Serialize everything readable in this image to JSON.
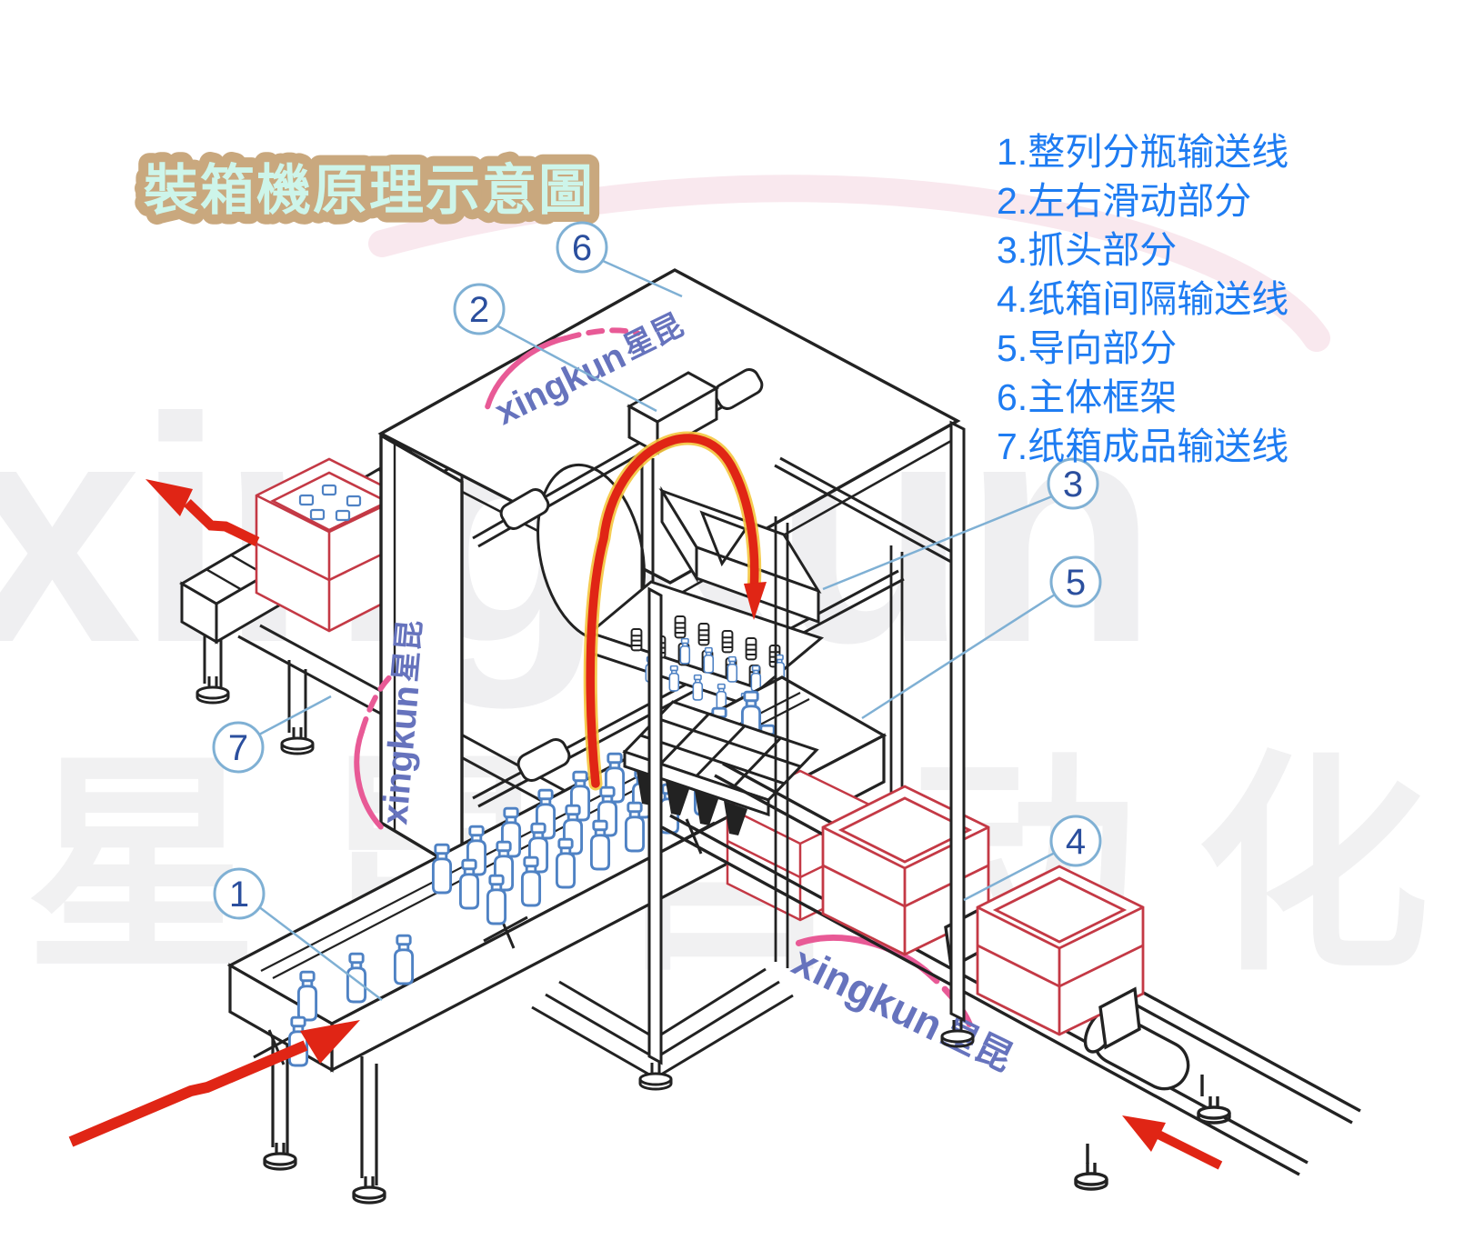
{
  "title": "裝箱機原理示意圖",
  "legend": {
    "items": [
      "1.整列分瓶输送线",
      "2.左右滑动部分",
      "3.抓头部分",
      "4.纸箱间隔输送线",
      "5.导向部分",
      "6.主体框架",
      "7.纸箱成品输送线"
    ]
  },
  "callouts": {
    "numbers": [
      "1",
      "2",
      "3",
      "4",
      "5",
      "6",
      "7"
    ]
  },
  "watermark": {
    "latin": "xingkun",
    "cjk": "星昆",
    "background_cjk": "星昆自动化"
  },
  "colors": {
    "legend_text": "#1e7cf2",
    "title_fill": "#cdf5ea",
    "title_outline": "#c9a87e",
    "diagram_line": "#222222",
    "bottle_outline": "#4f82c4",
    "carton_outline": "#c43945",
    "flow_arrow": "#e02515",
    "arrow_fringe": "#f4c53d",
    "callout_ring": "#7fb0d4",
    "callout_number": "#2b4f9e",
    "logo_blue": "#6673bd",
    "logo_arc_pink": "#e85a96",
    "background_watermark_gray": "#efeff1",
    "background_band_pink": "#f7e0e8"
  }
}
